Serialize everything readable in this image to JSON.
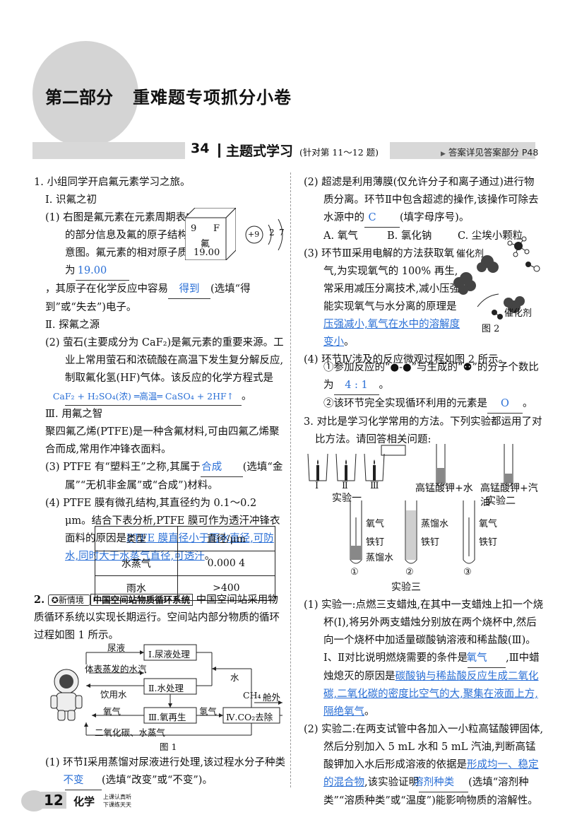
{
  "header": {
    "part": "第二部分",
    "title": "重难题专项抓分小卷",
    "section_num": "34",
    "section_title": "主题式学习",
    "section_note": "(针对第 11～12 题)",
    "answer_ref": "答案详见答案部分 P48"
  },
  "q1": {
    "intro": "1. 小组同学开启氟元素学习之旅。",
    "s1": "Ⅰ. 识氟之初",
    "p1": "(1) 右图是氟元素在元素周期表中的部分信息及氟的原子结构示意图。氟元素的相对原子质量为",
    "a1": "19.00",
    "p1b": "，其原子在化学反应中容易",
    "a1b": "得到",
    "p1c": "(选填“得到”或“失去”)电子。",
    "element": {
      "num": "9",
      "sym": "F",
      "name": "氟",
      "mass": "19.00",
      "nucleus": "+9",
      "e1": "2",
      "e2": "7"
    },
    "s2": "Ⅱ. 探氟之源",
    "p2": "(2) 萤石(主要成分为 CaF₂)是氟元素的重要来源。工业上常用萤石和浓硫酸在高温下发生复分解反应,制取氟化氢(HF)气体。该反应的化学方程式是",
    "a2": "CaF₂ + H₂SO₄(浓) ═高温═ CaSO₄ + 2HF↑",
    "s3": "Ⅲ. 用氟之智",
    "p3intro": "聚四氟乙烯(PTFE)是一种含氟材料,可由四氟乙烯聚合而成,常用作冲锋衣面料。",
    "p3": "(3) PTFE 有“塑料王”之称,其属于",
    "a3": "合成",
    "p3b": "(选填“金属”“无机非金属”或“合成”)材料。",
    "p4": "(4) PTFE 膜有微孔结构,其直径约为 0.1～0.2 μm。结合下表分析,PTFE 膜可作为透汗冲锋衣面料的原因是",
    "a4": "PTFE 膜直径小于雨水直径,可防水,同时大于水蒸气直径,可透汗",
    "table": {
      "headers": [
        "类型",
        "直径/μm"
      ],
      "rows": [
        [
          "水蒸气",
          "0.000 4"
        ],
        [
          "雨水",
          ">400"
        ]
      ]
    }
  },
  "q2": {
    "badge": "新情境",
    "topic": "中国空间站物质循环系统",
    "intro": "中国空间站采用物质循环系统以实现长期运行。空间站内部分物质的循环过程如图 1 所示。",
    "fig1": {
      "caption": "图 1",
      "n1": "Ⅰ.尿液处理",
      "n2": "Ⅱ.水处理",
      "n3": "Ⅲ.氧再生",
      "n4": "Ⅳ.CO₂去除",
      "l_urine": "尿液",
      "l_sweat": "体表蒸发的水汽",
      "l_drink": "饮用水",
      "l_o2": "氧气",
      "l_h2": "氢气",
      "l_water": "水",
      "l_ch4": "CH₄",
      "l_out": "舱外",
      "l_co2": "二氧化碳、水蒸气"
    },
    "p1": "(1) 环节Ⅰ采用蒸馏对尿液进行处理,该过程水分子种类",
    "a1": "不变",
    "p1b": "(选填“改变”或“不变”)。",
    "p2": "(2) 超滤是利用薄膜(仅允许分子和离子通过)进行物质分离。环节Ⅱ中包含超滤的操作,该操作可除去水源中的",
    "a2": "C",
    "p2b": "(填字母序号)。",
    "opts": [
      "A. 氧气",
      "B. 氯化钠",
      "C. 尘埃小颗粒"
    ],
    "p3": "(3) 环节Ⅲ采用电解的方法获取氧气,为实现氧气的 100% 再生,常采用减压分离技术,减小压强能实现氧气与水分离的原理是",
    "a3": "压强减小,氧气在水中的溶解度变小",
    "fig2": {
      "caption": "图 2",
      "cat1": "催化剂",
      "cat2": "催化剂"
    },
    "p4": "(4) 环节Ⅳ涉及的反应微观过程如图 2 所示。",
    "p4a": "①参加反应的“",
    "p4a2": "”与生成的“",
    "p4a3": "”的分子个数比为",
    "a4a": "4 : 1",
    "p4b": "②该环节完全实现循环利用的元素是",
    "a4b": "O"
  },
  "q3": {
    "intro": "3. 对比是学习化学常用的方法。下列实验都运用了对比方法。请回答相关问题:",
    "exp1": "实验一",
    "beakers": [
      "Ⅰ",
      "Ⅱ",
      "Ⅲ"
    ],
    "exp2": "实验二",
    "tube_l": "高锰酸钾+水",
    "tube_r": "高锰酸钾+汽油",
    "exp3": "实验三",
    "e3_labels": [
      "氧气",
      "铁钉",
      "蒸馏水",
      "蒸馏水",
      "铁钉",
      "氧气",
      "铁钉"
    ],
    "nums": [
      "①",
      "②",
      "③"
    ],
    "p1": "(1) 实验一:点燃三支蜡烛,在其中一支蜡烛上扣一个烧杯(Ⅰ),将另外两支蜡烛分别放在两个烧杯中,然后向一个烧杯中加适量碳酸钠溶液和稀盐酸(Ⅲ)。Ⅰ、Ⅱ对比说明燃烧需要的条件是",
    "a1": "氧气",
    "p1b": ",Ⅲ中蜡烛熄灭的原因是",
    "a1b": "碳酸钠与稀盐酸反应生成二氧化碳,二氧化碳的密度比空气的大,聚集在液面上方,隔绝氧气",
    "p2": "(2) 实验二:在两支试管中各加入一小粒高锰酸钾固体,然后分别加入 5 mL 水和 5 mL 汽油,判断高锰酸钾加入水后形成溶液的依据是",
    "a2": "形成均一、稳定的混合物",
    "p2b": ",该实验证明",
    "a2b": "溶剂种类",
    "p2c": "(选填“溶剂种类”“溶质种类”或“温度”)能影响物质的溶解性。"
  },
  "footer": {
    "page": "12",
    "subject": "化学",
    "tag1": "上课认真听",
    "tag2": "下课练天天"
  }
}
